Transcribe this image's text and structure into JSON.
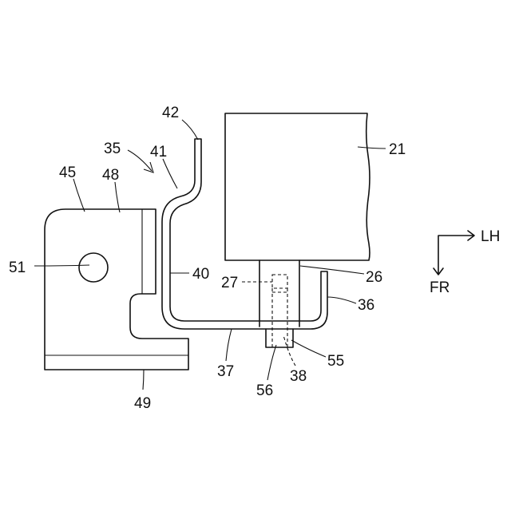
{
  "labels": {
    "l21": "21",
    "l26": "26",
    "l27": "27",
    "l35": "35",
    "l36": "36",
    "l37": "37",
    "l38": "38",
    "l40": "40",
    "l41": "41",
    "l42": "42",
    "l45": "45",
    "l48": "48",
    "l49": "49",
    "l51": "51",
    "l55": "55",
    "l56": "56"
  },
  "directions": {
    "right": "LH",
    "down": "FR"
  }
}
